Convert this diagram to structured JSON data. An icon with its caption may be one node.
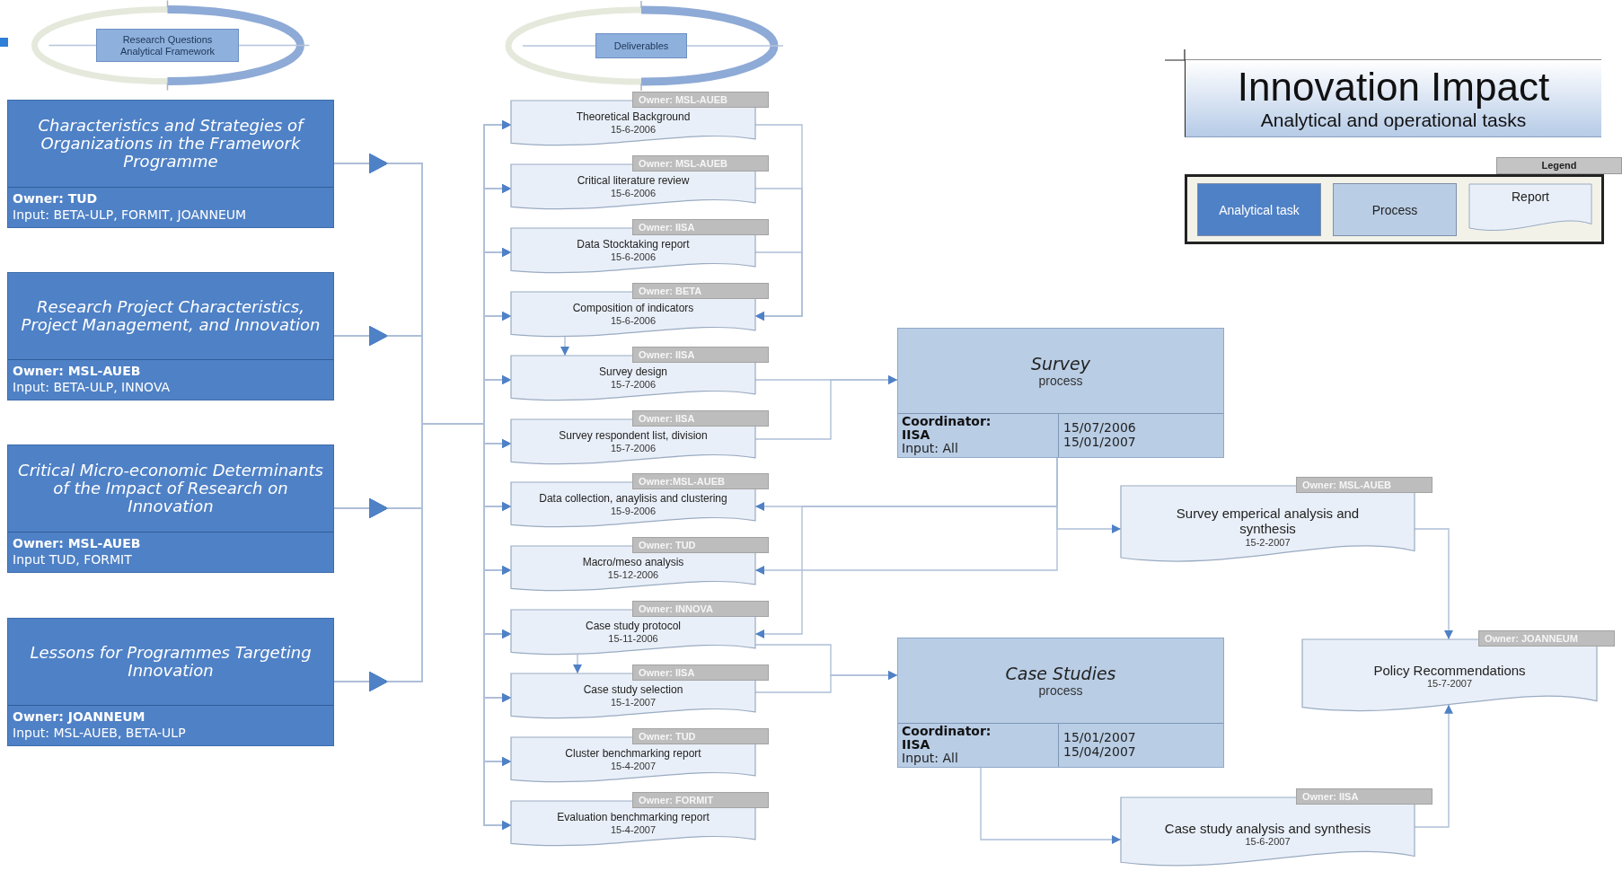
{
  "diagram": {
    "title": "Innovation Impact",
    "nodes": [
      {
        "text": [
          "Research Questions Analytical Framework"
        ]
      },
      {
        "text": [
          "Deliverables"
        ]
      },
      {
        "text": [
          "Characteristics and Strategies of Organizations in the Framework Programme",
          "Owner: TUD",
          "Input: BETA-ULP, FORMIT, JOANNEUM"
        ]
      },
      {
        "text": [
          "Research Project Characteristics, Project Management, and Innovation",
          "Owner: MSL-AUEB",
          "Input: BETA-ULP, INNOVA"
        ]
      },
      {
        "text": [
          "Critical Micro-economic Determinants of the Impact of Research on Innovation",
          "Owner: MSL-AUEB",
          "Input TUD, FORMIT"
        ]
      },
      {
        "text": [
          "Lessons for Programmes Targeting Innovation",
          "Owner: JOANNEUM",
          "Input: MSL-AUEB, BETA-ULP"
        ]
      },
      {
        "text": [
          "Owner: MSL-AUEB",
          "Theoretical Background",
          "15-6-2006"
        ]
      },
      {
        "text": [
          "Owner: MSL-AUEB",
          "Critical literature review",
          "15-6-2006"
        ]
      },
      {
        "text": [
          "Owner: IISA",
          "Data Stocktaking report",
          "15-6-2006"
        ]
      },
      {
        "text": [
          "Owner: BETA",
          "Composition of indicators",
          "15-6-2006"
        ]
      },
      {
        "text": [
          "Owner: IISA",
          "Survey design",
          "15-7-2006"
        ]
      },
      {
        "text": [
          "Owner: IISA",
          "Survey respondent list, division",
          "15-7-2006"
        ]
      },
      {
        "text": [
          "Owner:MSL-AUEB",
          "Data collection, anaylisis and clustering",
          "15-9-2006"
        ]
      },
      {
        "text": [
          "Owner: TUD",
          "Macro/meso analysis",
          "15-12-2006"
        ]
      },
      {
        "text": [
          "Owner: INNOVA",
          "Case study protocol",
          "15-11-2006"
        ]
      },
      {
        "text": [
          "Owner: IISA",
          "Case study selection",
          "15-1-2007"
        ]
      },
      {
        "text": [
          "Owner: TUD",
          "Cluster benchmarking report",
          "15-4-2007"
        ]
      },
      {
        "text": [
          "Owner: FORMIT",
          "Evaluation benchmarking report",
          "15-4-2007"
        ]
      },
      {
        "text": [
          "Survey",
          "process",
          "Coordinator: IISA",
          "Input: All",
          "15/07/2006",
          "15/01/2007"
        ]
      },
      {
        "text": [
          "Owner: MSL-AUEB",
          "Survey emperical analysis and synthesis",
          "15-2-2007"
        ]
      },
      {
        "text": [
          "Case Studies",
          "process",
          "Coordinator: IISA",
          "Input: All",
          "15/01/2007",
          "15/04/2007"
        ]
      },
      {
        "text": [
          "Owner: JOANNEUM",
          "Policy Recommendations",
          "15-7-2007"
        ]
      },
      {
        "text": [
          "Owner: IISA",
          "Case study analysis and synthesis",
          "15-6-2007"
        ]
      }
    ],
    "edges": [
      {
        "from": 2,
        "to": 6,
        "arrow": "to"
      },
      {
        "from": 2,
        "to": 7,
        "arrow": "to"
      },
      {
        "from": 2,
        "to": 8,
        "arrow": "to"
      },
      {
        "from": 2,
        "to": 9,
        "arrow": "to"
      },
      {
        "from": 2,
        "to": 10,
        "arrow": "to"
      },
      {
        "from": 2,
        "to": 11,
        "arrow": "to"
      },
      {
        "from": 2,
        "to": 12,
        "arrow": "to"
      },
      {
        "from": 2,
        "to": 13,
        "arrow": "to"
      },
      {
        "from": 2,
        "to": 14,
        "arrow": "to"
      },
      {
        "from": 2,
        "to": 15,
        "arrow": "to"
      },
      {
        "from": 2,
        "to": 16,
        "arrow": "to"
      },
      {
        "from": 2,
        "to": 17,
        "arrow": "to"
      },
      {
        "from": 3,
        "to": 6,
        "arrow": "to"
      },
      {
        "from": 3,
        "to": 7,
        "arrow": "to"
      },
      {
        "from": 3,
        "to": 8,
        "arrow": "to"
      },
      {
        "from": 3,
        "to": 9,
        "arrow": "to"
      },
      {
        "from": 3,
        "to": 10,
        "arrow": "to"
      },
      {
        "from": 3,
        "to": 11,
        "arrow": "to"
      },
      {
        "from": 3,
        "to": 12,
        "arrow": "to"
      },
      {
        "from": 3,
        "to": 13,
        "arrow": "to"
      },
      {
        "from": 3,
        "to": 14,
        "arrow": "to"
      },
      {
        "from": 3,
        "to": 15,
        "arrow": "to"
      },
      {
        "from": 3,
        "to": 16,
        "arrow": "to"
      },
      {
        "from": 3,
        "to": 17,
        "arrow": "to"
      },
      {
        "from": 4,
        "to": 6,
        "arrow": "to"
      },
      {
        "from": 4,
        "to": 7,
        "arrow": "to"
      },
      {
        "from": 4,
        "to": 8,
        "arrow": "to"
      },
      {
        "from": 4,
        "to": 9,
        "arrow": "to"
      },
      {
        "from": 4,
        "to": 10,
        "arrow": "to"
      },
      {
        "from": 4,
        "to": 11,
        "arrow": "to"
      },
      {
        "from": 4,
        "to": 12,
        "arrow": "to"
      },
      {
        "from": 4,
        "to": 13,
        "arrow": "to"
      },
      {
        "from": 4,
        "to": 14,
        "arrow": "to"
      },
      {
        "from": 4,
        "to": 15,
        "arrow": "to"
      },
      {
        "from": 4,
        "to": 16,
        "arrow": "to"
      },
      {
        "from": 4,
        "to": 17,
        "arrow": "to"
      },
      {
        "from": 5,
        "to": 6,
        "arrow": "to"
      },
      {
        "from": 5,
        "to": 7,
        "arrow": "to"
      },
      {
        "from": 5,
        "to": 8,
        "arrow": "to"
      },
      {
        "from": 5,
        "to": 9,
        "arrow": "to"
      },
      {
        "from": 5,
        "to": 10,
        "arrow": "to"
      },
      {
        "from": 5,
        "to": 11,
        "arrow": "to"
      },
      {
        "from": 5,
        "to": 12,
        "arrow": "to"
      },
      {
        "from": 5,
        "to": 13,
        "arrow": "to"
      },
      {
        "from": 5,
        "to": 14,
        "arrow": "to"
      },
      {
        "from": 5,
        "to": 15,
        "arrow": "to"
      },
      {
        "from": 5,
        "to": 16,
        "arrow": "to"
      },
      {
        "from": 5,
        "to": 17,
        "arrow": "to"
      },
      {
        "from": 6,
        "to": 9,
        "arrow": "to"
      },
      {
        "from": 7,
        "to": 9,
        "arrow": "to"
      },
      {
        "from": 8,
        "to": 9,
        "arrow": "to"
      },
      {
        "from": 9,
        "to": 10,
        "arrow": "to"
      },
      {
        "from": 10,
        "to": 18,
        "arrow": "to"
      },
      {
        "from": 11,
        "to": 18,
        "arrow": "to"
      },
      {
        "from": 18,
        "to": 12,
        "arrow": "to"
      },
      {
        "from": 18,
        "to": 13,
        "arrow": "to"
      },
      {
        "from": 18,
        "to": 19,
        "arrow": "to"
      },
      {
        "from": 18,
        "to": 14,
        "arrow": "to"
      },
      {
        "from": 14,
        "to": 15,
        "arrow": "to"
      },
      {
        "from": 14,
        "to": 20,
        "arrow": "to"
      },
      {
        "from": 15,
        "to": 20,
        "arrow": "to"
      },
      {
        "from": 20,
        "to": 22,
        "arrow": "to"
      },
      {
        "from": 19,
        "to": 21,
        "arrow": "to"
      },
      {
        "from": 22,
        "to": 21,
        "arrow": "to"
      }
    ],
    "labels": [
      "Analytical and operational tasks",
      "Legend"
    ],
    "legend": [
      {
        "text": "Analytical task",
        "color": "#4f81c6"
      },
      {
        "text": "Process",
        "color": "#b9cde5"
      },
      {
        "text": "Report"
      }
    ]
  }
}
